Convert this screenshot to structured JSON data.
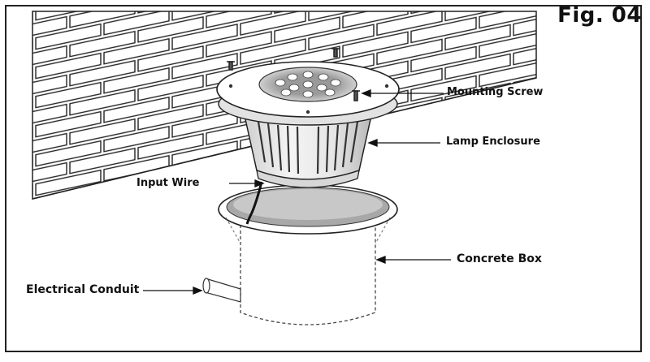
{
  "figure": {
    "title": "Fig. 04"
  },
  "labels": {
    "mounting_screw": "Mounting Screw",
    "lamp_enclosure": "Lamp Enclosure",
    "input_wire": "Input Wire",
    "concrete_box": "Concrete Box",
    "electrical_conduit": "Electrical Conduit"
  }
}
